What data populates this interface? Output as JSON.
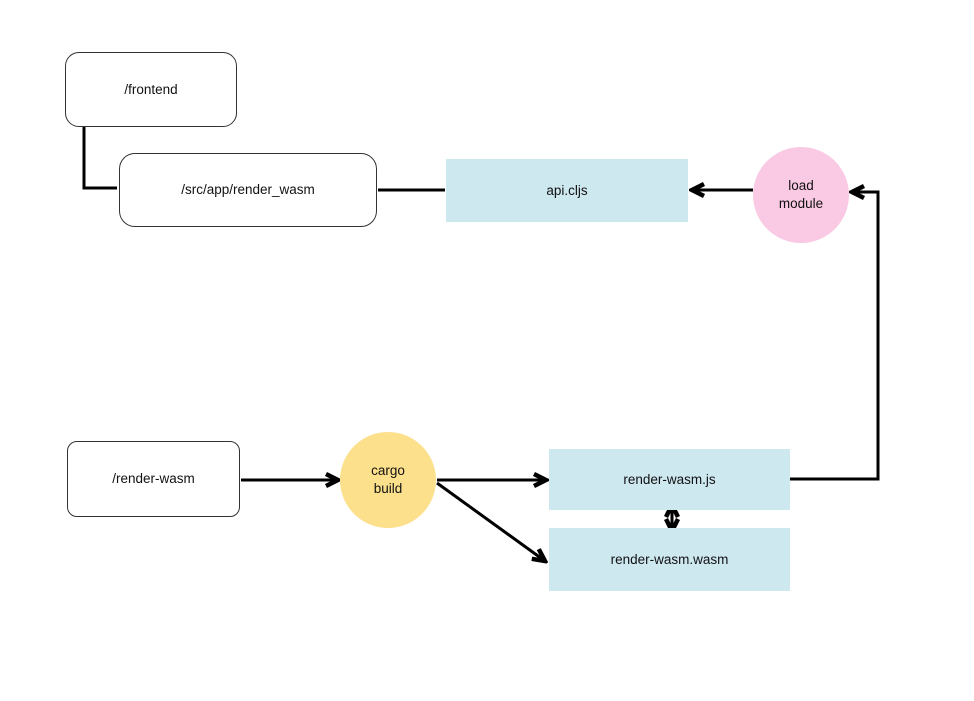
{
  "diagram": {
    "background": "#ffffff",
    "line_color": "#000000",
    "colors": {
      "node_fill_blue": "#cee8f0",
      "node_fill_pink": "#fac9e3",
      "node_fill_yellow": "#fce08c",
      "node_fill_white": "#ffffff",
      "node_border": "#333333",
      "text": "#111111"
    },
    "nodes": {
      "frontend": {
        "label": "/frontend",
        "shape": "rounded-rect"
      },
      "src_app_render_wasm": {
        "label": "/src/app/render_wasm",
        "shape": "rounded-rect"
      },
      "api_cljs": {
        "label": "api.cljs",
        "shape": "rect"
      },
      "load_module": {
        "label": "load module",
        "shape": "circle"
      },
      "render_wasm_dir": {
        "label": "/render-wasm",
        "shape": "rounded-rect"
      },
      "cargo_build": {
        "label": "cargo build",
        "shape": "circle"
      },
      "render_wasm_js": {
        "label": "render-wasm.js",
        "shape": "rect"
      },
      "render_wasm_wasm": {
        "label": "render-wasm.wasm",
        "shape": "rect"
      }
    },
    "edges": [
      {
        "from": "frontend",
        "to": "src_app_render_wasm",
        "style": "elbow",
        "arrow": "none"
      },
      {
        "from": "src_app_render_wasm",
        "to": "api_cljs",
        "style": "straight",
        "arrow": "none"
      },
      {
        "from": "load_module",
        "to": "api_cljs",
        "style": "straight",
        "arrow": "end"
      },
      {
        "from": "render_wasm_js",
        "to": "load_module",
        "style": "elbow",
        "arrow": "end"
      },
      {
        "from": "render_wasm_dir",
        "to": "cargo_build",
        "style": "straight",
        "arrow": "end"
      },
      {
        "from": "cargo_build",
        "to": "render_wasm_js",
        "style": "straight",
        "arrow": "end"
      },
      {
        "from": "cargo_build",
        "to": "render_wasm_wasm",
        "style": "diagonal",
        "arrow": "end"
      },
      {
        "from": "render_wasm_js",
        "to": "render_wasm_wasm",
        "style": "straight",
        "arrow": "both"
      }
    ]
  }
}
